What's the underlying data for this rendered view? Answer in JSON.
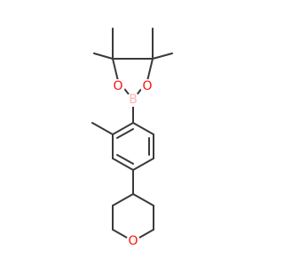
{
  "molecule": {
    "colors": {
      "bond": "#3a3a3a",
      "oxygen": "#ff0d0d",
      "boron": "#ffb5b5",
      "background": "#ffffff"
    },
    "atoms": {
      "boron": {
        "label": "B",
        "element": "boron"
      },
      "ring_oxygen_left": {
        "label": "O",
        "element": "oxygen"
      },
      "ring_oxygen_right": {
        "label": "O",
        "element": "oxygen"
      },
      "pyran_oxygen": {
        "label": "O",
        "element": "oxygen"
      }
    }
  }
}
